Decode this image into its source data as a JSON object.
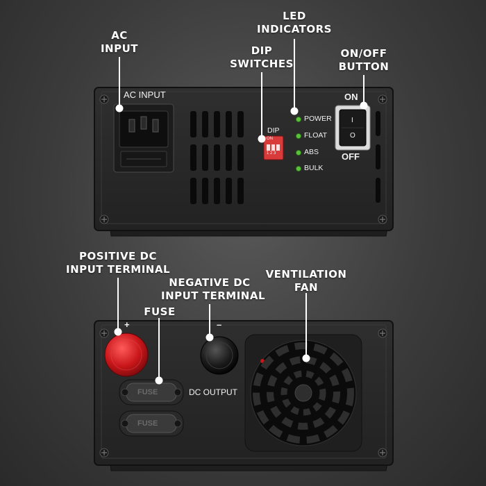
{
  "callouts": {
    "ac_input": [
      "AC",
      "INPUT"
    ],
    "led_indicators": [
      "LED",
      "INDICATORS"
    ],
    "dip_switches": [
      "DIP",
      "SWITCHES"
    ],
    "on_off_button": [
      "ON/OFF",
      "BUTTON"
    ],
    "positive_dc": [
      "POSITIVE DC",
      "INPUT TERMINAL"
    ],
    "fuse": [
      "FUSE"
    ],
    "negative_dc": [
      "NEGATIVE DC",
      "INPUT TERMINAL"
    ],
    "ventilation_fan": [
      "VENTILATION",
      "FAN"
    ]
  },
  "top_panel": {
    "ac_input_label": "AC INPUT",
    "dip_label": "DIP",
    "dip_on_label": "ON",
    "dip_numbers": "1 2 3",
    "leds": [
      "POWER",
      "FLOAT",
      "ABS",
      "BULK"
    ],
    "switch_on": "ON",
    "switch_off": "OFF",
    "switch_marks": [
      "I",
      "O"
    ]
  },
  "bottom_panel": {
    "plus_sign": "+",
    "minus_sign": "–",
    "dc_output_label": "DC OUTPUT",
    "fuse_labels": [
      "FUSE",
      "FUSE"
    ]
  },
  "colors": {
    "device_body": "#2b2b2b",
    "led": "#58c23a",
    "dip_switch": "#d93a3a",
    "terminal_red": "#c8161a",
    "callout_text": "#ffffff"
  }
}
